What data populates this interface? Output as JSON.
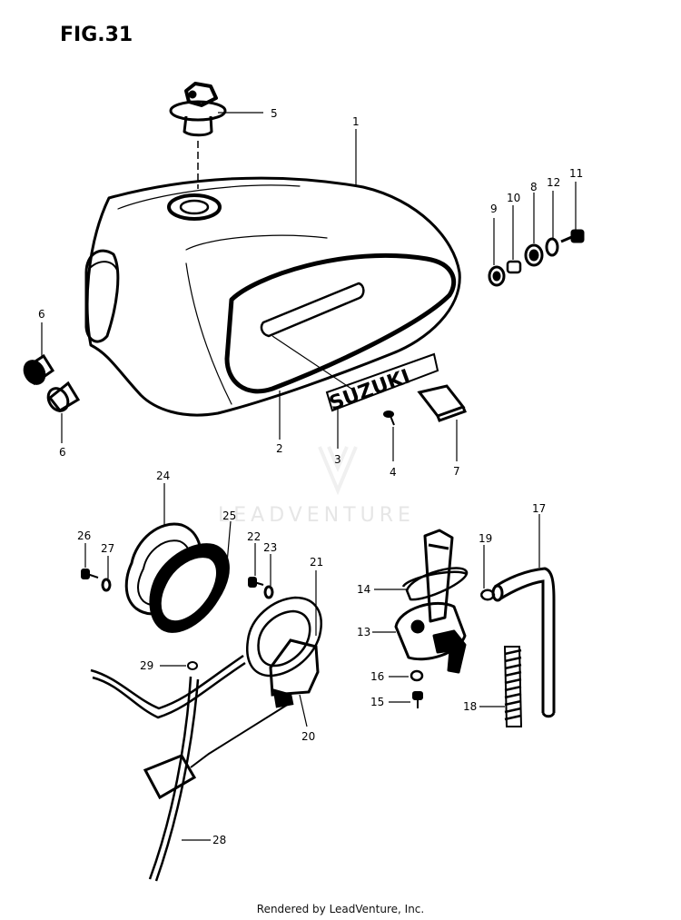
{
  "figure": {
    "title": "FIG.31"
  },
  "watermark": {
    "text": "LEADVENTURE"
  },
  "footer": {
    "text": "Rendered by LeadVenture, Inc."
  },
  "tank_logo": {
    "text": "SUZUKI"
  },
  "callouts": [
    "1",
    "2",
    "3",
    "4",
    "5",
    "6",
    "6",
    "7",
    "8",
    "9",
    "10",
    "11",
    "12",
    "13",
    "14",
    "15",
    "16",
    "17",
    "18",
    "19",
    "20",
    "21",
    "22",
    "23",
    "24",
    "25",
    "26",
    "27",
    "28",
    "29"
  ]
}
